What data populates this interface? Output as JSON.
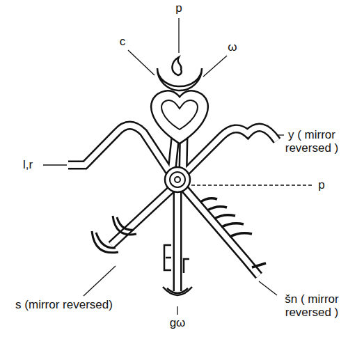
{
  "diagram": {
    "labels": [
      "p",
      "c",
      "ω",
      "l,r",
      "y ( mirror reversed )",
      "p",
      "s (mirror reversed)",
      "gω",
      "šn ( mirror reversed )"
    ]
  }
}
